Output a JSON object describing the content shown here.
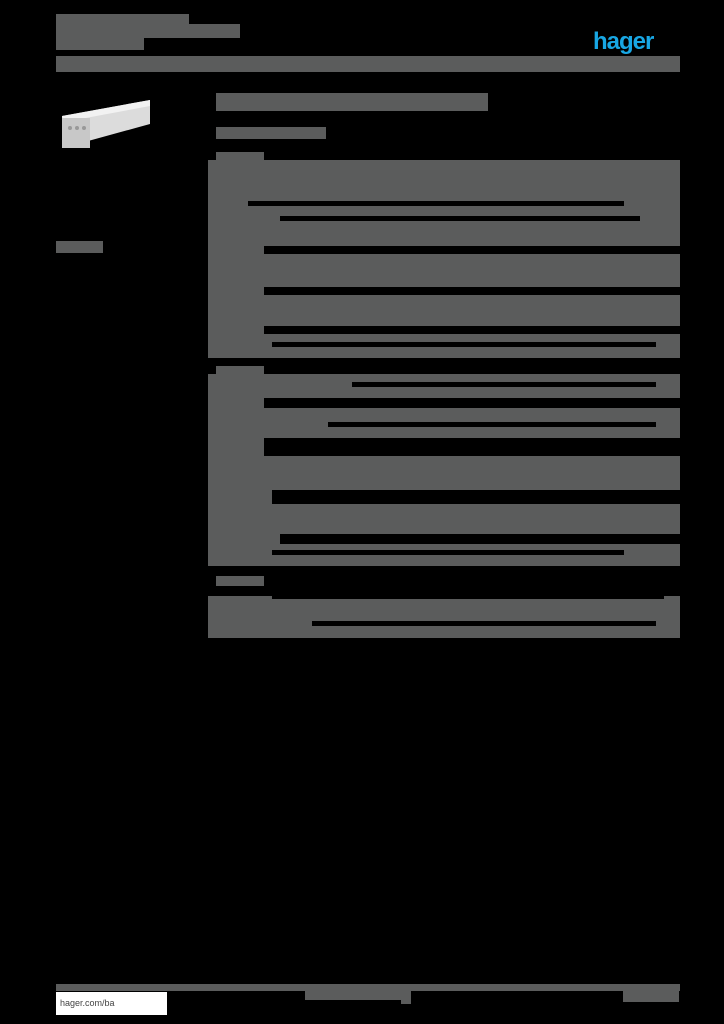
{
  "header": {
    "title_line1": "",
    "title_line2": "",
    "logo_text": "hager",
    "brand_color": "#18a7e4"
  },
  "product": {
    "image_alt": "cable trunking product image",
    "title": "",
    "subtitle": ""
  },
  "sidebar": {
    "label": ""
  },
  "sections": [
    {
      "heading": "",
      "rows": [
        {
          "label": "",
          "value": ""
        },
        {
          "label": "",
          "value": ""
        },
        {
          "label": "",
          "value": ""
        },
        {
          "label": "",
          "value": ""
        },
        {
          "label": "",
          "value": ""
        },
        {
          "label": "",
          "value": ""
        }
      ]
    },
    {
      "heading": "",
      "rows": [
        {
          "label": "",
          "value": ""
        },
        {
          "label": "",
          "value": ""
        },
        {
          "label": "",
          "value": ""
        },
        {
          "label": "",
          "value": ""
        },
        {
          "label": "",
          "value": ""
        }
      ]
    },
    {
      "heading": "",
      "rows": [
        {
          "label": "",
          "value": ""
        },
        {
          "label": "",
          "value": ""
        }
      ]
    }
  ],
  "footer": {
    "website": "hager.com/ba",
    "center_text": "",
    "page_info": ""
  },
  "colors": {
    "background": "#000000",
    "redaction_gray": "#5b5c5c"
  }
}
